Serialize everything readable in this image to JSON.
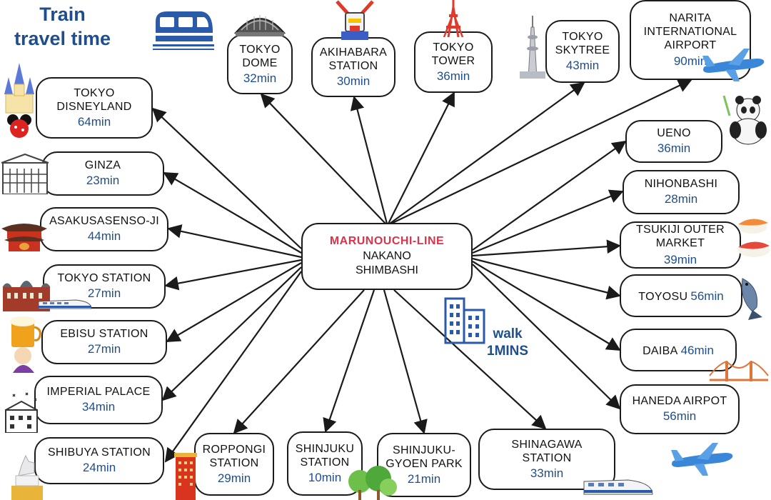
{
  "title": {
    "line1": "Train",
    "line2": "travel time"
  },
  "hub": {
    "line_name": "MARUNOUCHI-LINE",
    "station1": "NAKANO",
    "station2": "SHIMBASHI"
  },
  "walk": {
    "label": "walk",
    "time": "1MINS"
  },
  "destinations": [
    {
      "id": "tokyo-dome",
      "name": "TOKYO\nDOME",
      "time": "32min"
    },
    {
      "id": "akihabara-station",
      "name": "AKIHABARA\nSTATION",
      "time": "30min"
    },
    {
      "id": "tokyo-tower",
      "name": "TOKYO\nTOWER",
      "time": "36min"
    },
    {
      "id": "tokyo-skytree",
      "name": "TOKYO\nSKYTREE",
      "time": "43min"
    },
    {
      "id": "narita-airport",
      "name": "NARITA\nINTERNATIONAL\nAIRPORT",
      "time": "90min"
    },
    {
      "id": "tokyo-disneyland",
      "name": "TOKYO\nDISNEYLAND",
      "time": "64min"
    },
    {
      "id": "ginza",
      "name": "GINZA",
      "time": "23min"
    },
    {
      "id": "asakusa-senso-ji",
      "name": "ASAKUSASENSO-JI",
      "time": "44min"
    },
    {
      "id": "tokyo-station",
      "name": "TOKYO STATION",
      "time": "27min"
    },
    {
      "id": "ebisu-station",
      "name": "EBISU STATION",
      "time": "27min"
    },
    {
      "id": "imperial-palace",
      "name": "IMPERIAL PALACE",
      "time": "34min"
    },
    {
      "id": "shibuya-station",
      "name": "SHIBUYA STATION",
      "time": "24min"
    },
    {
      "id": "roppongi-station",
      "name": "ROPPONGI\nSTATION",
      "time": "29min"
    },
    {
      "id": "shinjuku-station",
      "name": "SHINJUKU\nSTATION",
      "time": "10min"
    },
    {
      "id": "shinjuku-gyoen-park",
      "name": "SHINJUKU-\nGYOEN PARK",
      "time": "21min"
    },
    {
      "id": "shinagawa-station",
      "name": "SHINAGAWA\nSTATION",
      "time": "33min"
    },
    {
      "id": "ueno",
      "name": "UENO",
      "time": "36min"
    },
    {
      "id": "nihonbashi",
      "name": "NIHONBASHI",
      "time": "28min"
    },
    {
      "id": "tsukiji-outer-market",
      "name": "TSUKIJI OUTER\nMARKET",
      "time": "39min"
    },
    {
      "id": "toyosu",
      "name": "TOYOSU",
      "time": "56min"
    },
    {
      "id": "daiba",
      "name": "DAIBA",
      "time": "46min"
    },
    {
      "id": "haneda-airpot",
      "name": "HANEDA AIRPOT",
      "time": "56min"
    }
  ],
  "colors": {
    "accent_blue": "#1f4e8c",
    "line_red": "#d9344a",
    "border": "#1a1a1a"
  },
  "icons": [
    "train-icon",
    "dome-icon",
    "robot-icon",
    "tower-icon",
    "skytree-icon",
    "airplane-icon",
    "castle-icon",
    "building-icon",
    "temple-icon",
    "station-building-icon",
    "beer-icon",
    "palace-icon",
    "dog-statue-icon",
    "roppongi-tower-icon",
    "trees-icon",
    "bullet-train-icon",
    "panda-icon",
    "sushi-icon",
    "fish-icon",
    "bridge-icon",
    "office-building-icon"
  ]
}
